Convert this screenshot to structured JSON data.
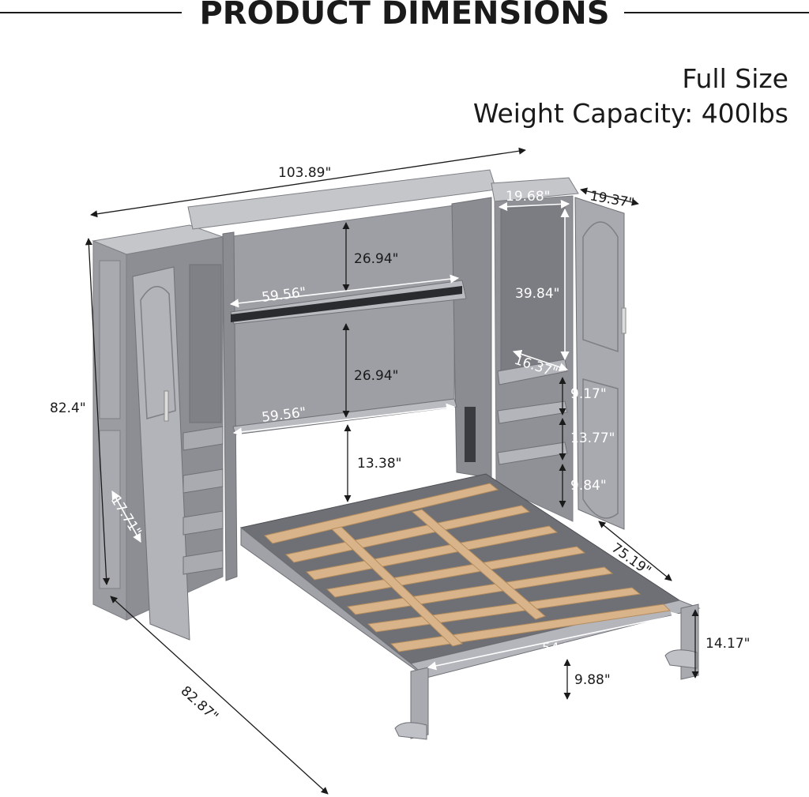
{
  "header": {
    "title": "PRODUCT DIMENSIONS"
  },
  "specs": {
    "size": "Full Size",
    "weight_capacity": "Weight Capacity: 400lbs"
  },
  "dimensions": {
    "overall_width": "103.89\"",
    "overall_height": "82.4\"",
    "cabinet_depth_left": "17.71\"",
    "overall_depth": "82.87\"",
    "upper_shelf_height": "26.94\"",
    "upper_shelf_width": "59.56\"",
    "lower_shelf_height": "26.94\"",
    "lower_shelf_width": "59.56\"",
    "under_clearance": "13.38\"",
    "cabinet_width_right": "19.68\"",
    "cabinet_depth_right": "19.37\"",
    "wardrobe_height": "39.84\"",
    "wardrobe_depth": "16.37\"",
    "shelf_gap_1": "9.17\"",
    "shelf_gap_2": "13.77\"",
    "shelf_gap_3": "9.84\"",
    "bed_length": "75.19\"",
    "bed_width": "54.52\"",
    "leg_height": "14.17\"",
    "ground_clearance": "9.88\""
  },
  "colors": {
    "cabinet": "#9a9ca1",
    "cabinet_dark": "#6f7176",
    "cabinet_light": "#c4c6ca",
    "slat": "#d9b48a",
    "text": "#1a1a1a"
  }
}
